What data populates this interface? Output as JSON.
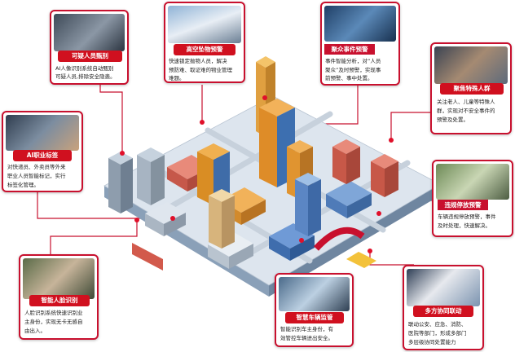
{
  "cards": [
    {
      "id": "suspect",
      "title": "可疑人员甄别",
      "desc": "AI人像识别系统自动甄别\n可疑人员,排除安全隐患。"
    },
    {
      "id": "highthrow",
      "title": "高空坠物预警",
      "desc": "快速锁定抛物人员，解决\n预防难、取证难的物业管理\n难题。"
    },
    {
      "id": "crowd",
      "title": "聚众事件预警",
      "desc": "事件智能分析，对“人员\n聚众”及时预警，实现事\n前预警、事中处置。"
    },
    {
      "id": "special",
      "title": "聚焦特殊人群",
      "desc": "关注老人、儿童等特殊人\n群，实现对不安全事件的\n预警及处置。"
    },
    {
      "id": "ai_job",
      "title": "AI职业标签",
      "desc": "对快递员、外卖员等外来\n职业人员智能标记，实行\n标签化管理。"
    },
    {
      "id": "parking",
      "title": "违规停放预警",
      "desc": "车辆违规停放预警，事件\n及时处理，快速解决。"
    },
    {
      "id": "face",
      "title": "智能人脸识别",
      "desc": "人脸识别系统快速识别业\n主身份，实现无卡无感自\n由出入。"
    },
    {
      "id": "vehicle",
      "title": "智慧车辆监管",
      "desc": "智能识别车主身份，有\n效管控车辆进出安全。"
    },
    {
      "id": "linkage",
      "title": "多方协同联动",
      "desc": "联动公安、应急、消防、\n医院等部门，形成多部门\n多层级协同处置能力"
    }
  ]
}
